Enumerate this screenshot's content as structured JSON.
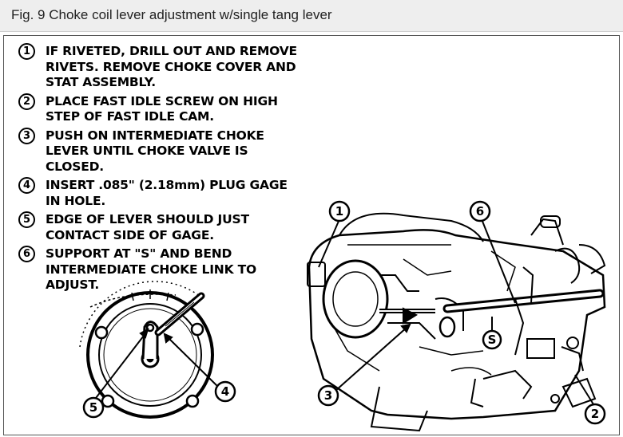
{
  "caption": {
    "text": "Fig. 9 Choke coil lever adjustment w/single tang lever"
  },
  "steps": [
    {
      "number": "1",
      "text": "IF RIVETED, DRILL OUT AND REMOVE\nRIVETS. REMOVE CHOKE COVER AND\nSTAT ASSEMBLY."
    },
    {
      "number": "2",
      "text": "PLACE FAST IDLE SCREW ON HIGH\nSTEP OF FAST IDLE CAM."
    },
    {
      "number": "3",
      "text": "PUSH ON INTERMEDIATE CHOKE\nLEVER UNTIL CHOKE VALVE IS\nCLOSED."
    },
    {
      "number": "4",
      "text": "INSERT .085\" (2.18mm) PLUG GAGE\nIN HOLE."
    },
    {
      "number": "5",
      "text": "EDGE OF LEVER SHOULD JUST\nCONTACT SIDE OF GAGE."
    },
    {
      "number": "6",
      "text": "SUPPORT AT \"S\" AND BEND\nINTERMEDIATE CHOKE LINK TO\nADJUST."
    }
  ],
  "callouts": {
    "c1": "1",
    "c2": "2",
    "c3": "3",
    "c4": "4",
    "c5": "5",
    "c6": "6",
    "support": "S"
  }
}
